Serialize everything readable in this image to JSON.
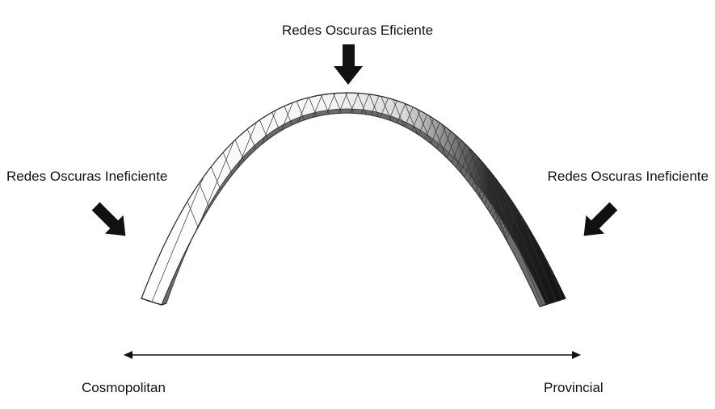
{
  "labels": {
    "top": "Redes Oscuras Eficiente",
    "left": "Redes Oscuras Ineficiente",
    "right": "Redes Oscuras Ineficiente"
  },
  "axis": {
    "left_end": "Cosmopolitan",
    "right_end": "Provincial"
  },
  "colors": {
    "ink": "#111111",
    "band_light": "#ffffff",
    "band_dark": "#1a1a1a",
    "band_edge": "#555555"
  }
}
